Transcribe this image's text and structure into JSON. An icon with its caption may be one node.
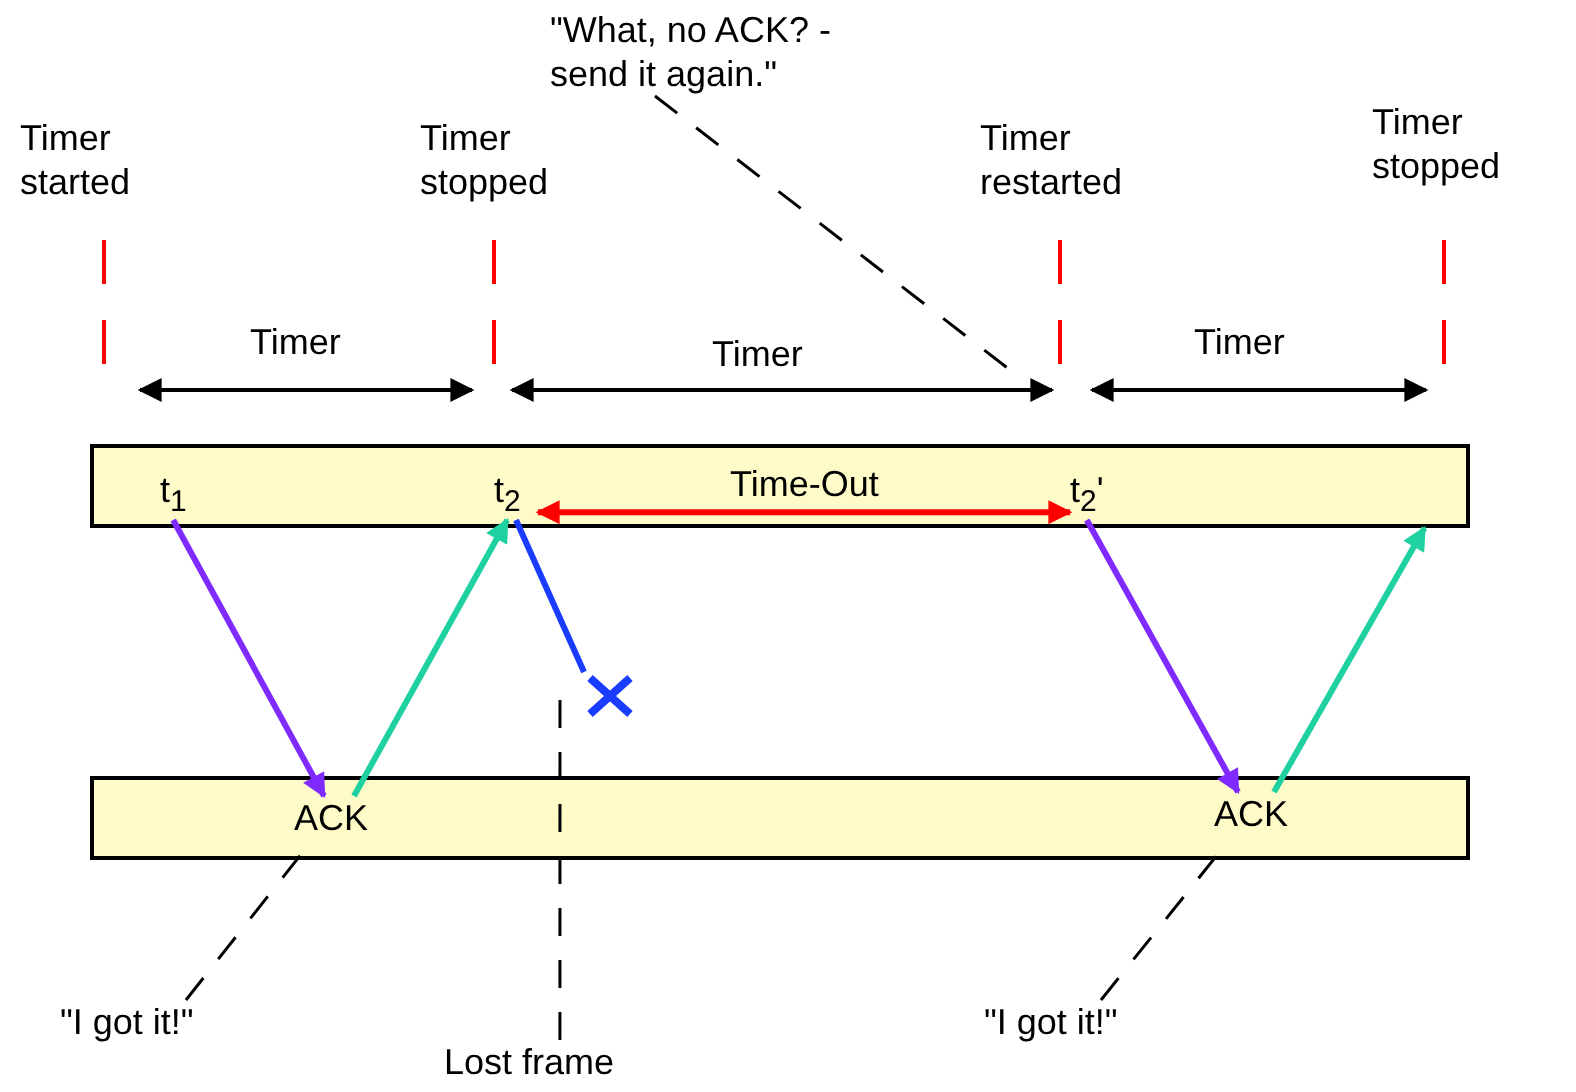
{
  "diagram": {
    "nodes": [
      {
        "text": [
          "\"What, no ACK? - send it again.\""
        ]
      },
      {
        "text": [],
        "shape": "bar"
      },
      {
        "text": [
          "t$_{1}$"
        ],
        "in": 1
      },
      {
        "text": [
          "t$_{2}$"
        ],
        "in": 1
      },
      {
        "text": [
          "t$_{2}$'"
        ],
        "in": 1
      },
      {
        "text": [],
        "shape": "cross"
      },
      {
        "text": [],
        "shape": "bar"
      },
      {
        "text": [
          "ACK"
        ],
        "in": 6
      },
      {
        "text": [
          "ACK"
        ],
        "in": 6
      },
      {
        "text": [
          "\"I got it!\""
        ]
      },
      {
        "text": [
          "Lost frame"
        ]
      },
      {
        "text": [
          "\"I got it!\""
        ]
      }
    ],
    "edges": [
      {
        "from": 2,
        "to": 7,
        "arrow": "to",
        "color": "#7f2bff"
      },
      {
        "from": 7,
        "to": 3,
        "arrow": "to",
        "color": "#1fd0a0"
      },
      {
        "from": 3,
        "to": 5,
        "arrow": "none",
        "color": "#1a3cff"
      },
      {
        "from": 3,
        "to": 4,
        "arrow": "both",
        "label": "Time-Out",
        "color": "#ff0000"
      },
      {
        "from": 4,
        "to": 8,
        "arrow": "to",
        "color": "#7f2bff"
      },
      {
        "from": 8,
        "to": 1,
        "arrow": "to",
        "color": "#1fd0a0"
      },
      {
        "from": 0,
        "to": null,
        "arrow": "none",
        "style": "dashed"
      },
      {
        "from": 9,
        "to": 7,
        "arrow": "none",
        "style": "dashed"
      },
      {
        "from": 10,
        "to": null,
        "arrow": "none",
        "style": "dashed"
      },
      {
        "from": 11,
        "to": 8,
        "arrow": "none",
        "style": "dashed"
      }
    ],
    "labels": [
      "Timer started",
      "Timer stopped",
      "Timer restarted",
      "Timer stopped",
      "Timer",
      "Timer",
      "Timer"
    ]
  }
}
